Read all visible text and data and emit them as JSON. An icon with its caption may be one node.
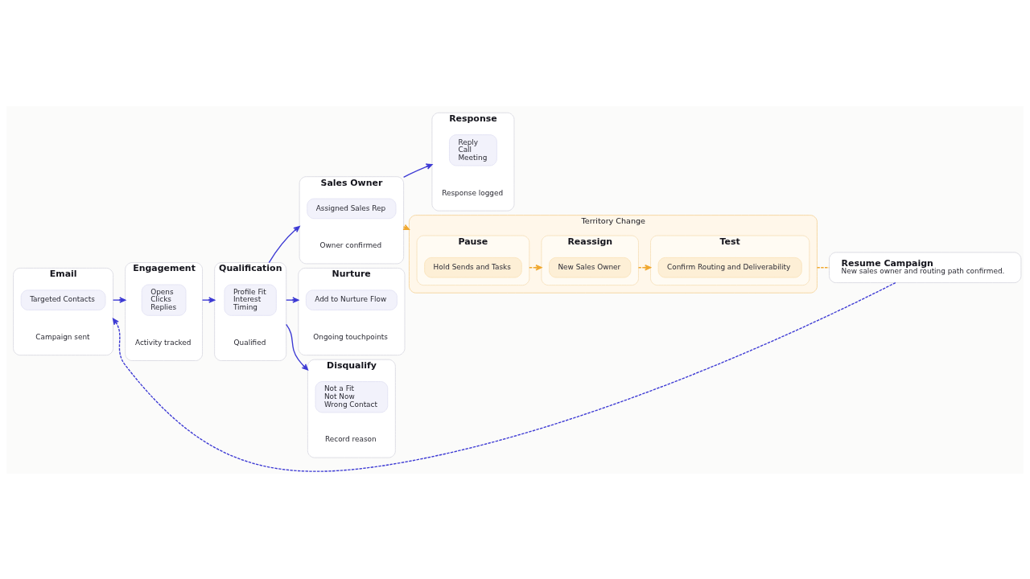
{
  "diagram": {
    "nodes": [
      {
        "text": [
          "Email",
          "Campaign sent"
        ]
      },
      {
        "text": [
          "Targeted Contacts"
        ],
        "in": 0
      },
      {
        "text": [
          "Engagement",
          "Activity tracked"
        ]
      },
      {
        "text": [
          "Opens",
          "Clicks",
          "Replies"
        ],
        "in": 2
      },
      {
        "text": [
          "Qualification",
          "Qualified"
        ]
      },
      {
        "text": [
          "Profile Fit",
          "Interest",
          "Timing"
        ],
        "in": 4
      },
      {
        "text": [
          "Sales Owner",
          "Owner confirmed"
        ]
      },
      {
        "text": [
          "Assigned Sales Rep"
        ],
        "in": 6
      },
      {
        "text": [
          "Response",
          "Response logged"
        ]
      },
      {
        "text": [
          "Reply",
          "Call",
          "Meeting"
        ],
        "in": 8
      },
      {
        "text": [
          "Nurture",
          "Ongoing touchpoints"
        ]
      },
      {
        "text": [
          "Add to Nurture Flow"
        ],
        "in": 10
      },
      {
        "text": [
          "Disqualify",
          "Record reason"
        ]
      },
      {
        "text": [
          "Not a Fit",
          "Not Now",
          "Wrong Contact"
        ],
        "in": 12
      },
      {
        "text": [
          "Territory Change"
        ]
      },
      {
        "text": [
          "Pause"
        ],
        "in": 14
      },
      {
        "text": [
          "Hold Sends and Tasks"
        ],
        "in": 15
      },
      {
        "text": [
          "Reassign"
        ],
        "in": 14
      },
      {
        "text": [
          "New Sales Owner"
        ],
        "in": 17
      },
      {
        "text": [
          "Test"
        ],
        "in": 14
      },
      {
        "text": [
          "Confirm Routing and Deliverability"
        ],
        "in": 19
      },
      {
        "text": [
          "Resume Campaign",
          "New sales owner and routing path confirmed."
        ]
      }
    ],
    "edges": [
      {
        "from": 0,
        "to": 2,
        "arrow": "to"
      },
      {
        "from": 2,
        "to": 4,
        "arrow": "to"
      },
      {
        "from": 4,
        "to": 6,
        "arrow": "to"
      },
      {
        "from": 6,
        "to": 8,
        "arrow": "to"
      },
      {
        "from": 4,
        "to": 10,
        "arrow": "to"
      },
      {
        "from": 4,
        "to": 12,
        "arrow": "to"
      },
      {
        "from": 6,
        "to": 14,
        "arrow": "to",
        "style": "dashed",
        "color": "#f0a830"
      },
      {
        "from": 15,
        "to": 17,
        "arrow": "to",
        "style": "dashed",
        "color": "#f0a830"
      },
      {
        "from": 17,
        "to": 19,
        "arrow": "to",
        "style": "dashed",
        "color": "#f0a830"
      },
      {
        "from": 14,
        "to": 21,
        "arrow": "none",
        "style": "dashed",
        "color": "#f0a830"
      },
      {
        "from": 21,
        "to": 0,
        "arrow": "to",
        "style": "dashed"
      }
    ]
  }
}
